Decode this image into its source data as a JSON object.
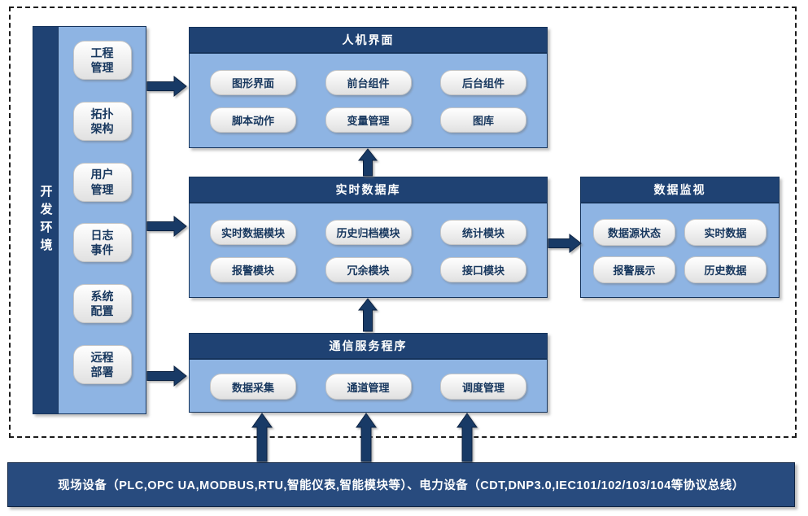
{
  "sidebar": {
    "title": "开发环境",
    "items": [
      "工程管理",
      "拓扑架构",
      "用户管理",
      "日志事件",
      "系统配置",
      "远程部署"
    ]
  },
  "hmi": {
    "title": "人机界面",
    "items": [
      "图形界面",
      "前台组件",
      "后台组件",
      "脚本动作",
      "变量管理",
      "图库"
    ]
  },
  "rtdb": {
    "title": "实时数据库",
    "items": [
      "实时数据模块",
      "历史归档模块",
      "统计模块",
      "报警模块",
      "冗余模块",
      "接口模块"
    ]
  },
  "monitor": {
    "title": "数据监视",
    "items": [
      "数据源状态",
      "实时数据",
      "报警展示",
      "历史数据"
    ]
  },
  "comm": {
    "title": "通信服务程序",
    "items": [
      "数据采集",
      "通道管理",
      "调度管理"
    ]
  },
  "bottom_bar": {
    "text": "现场设备（PLC,OPC UA,MODBUS,RTU,智能仪表,智能模块等）、电力设备（CDT,DNP3.0,IEC101/102/103/104等协议总线）"
  },
  "colors": {
    "header_dark": "#1F4273",
    "panel_light": "#8EB4E3",
    "arrow_navy": "#183A66",
    "bus_navy": "#284B7E",
    "node_text": "#17375E"
  }
}
